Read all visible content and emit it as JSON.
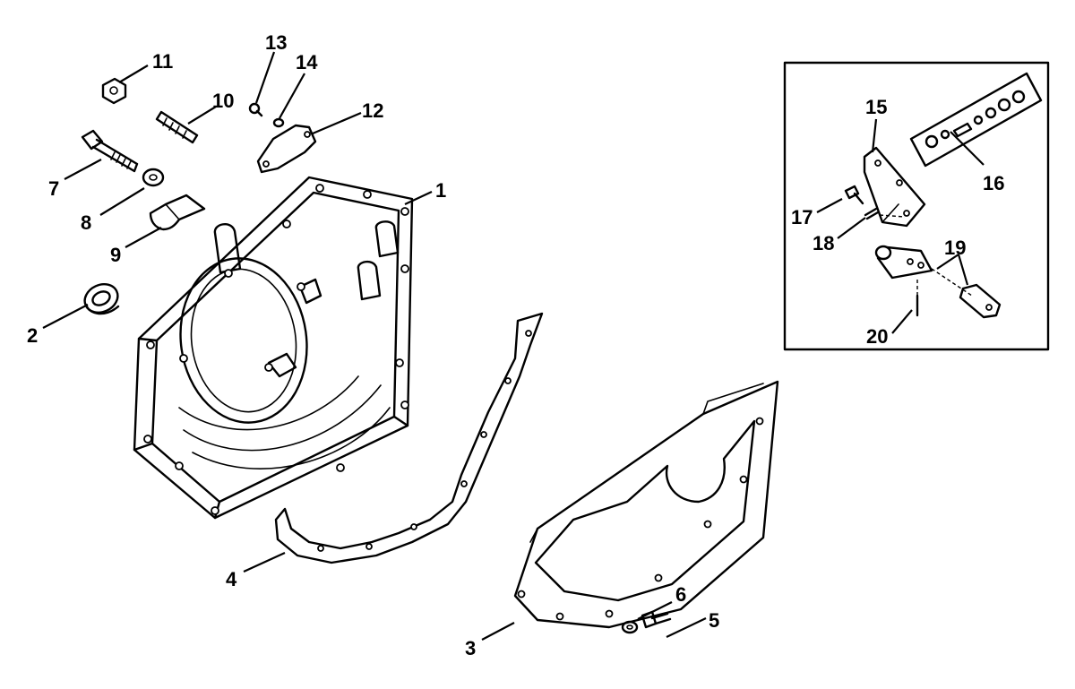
{
  "diagram": {
    "callouts": [
      {
        "id": "callout-1",
        "text": "1"
      },
      {
        "id": "callout-2",
        "text": "2"
      },
      {
        "id": "callout-3",
        "text": "3"
      },
      {
        "id": "callout-4",
        "text": "4"
      },
      {
        "id": "callout-5",
        "text": "5"
      },
      {
        "id": "callout-6",
        "text": "6"
      },
      {
        "id": "callout-7",
        "text": "7"
      },
      {
        "id": "callout-8",
        "text": "8"
      },
      {
        "id": "callout-9",
        "text": "9"
      },
      {
        "id": "callout-10",
        "text": "10"
      },
      {
        "id": "callout-11",
        "text": "11"
      },
      {
        "id": "callout-12",
        "text": "12"
      },
      {
        "id": "callout-13",
        "text": "13"
      },
      {
        "id": "callout-14",
        "text": "14"
      },
      {
        "id": "callout-15",
        "text": "15"
      },
      {
        "id": "callout-16",
        "text": "16"
      },
      {
        "id": "callout-17",
        "text": "17"
      },
      {
        "id": "callout-18",
        "text": "18"
      },
      {
        "id": "callout-19",
        "text": "19"
      },
      {
        "id": "callout-20",
        "text": "20"
      }
    ],
    "colors": {
      "ink": "#000000",
      "paper": "#ffffff"
    }
  }
}
